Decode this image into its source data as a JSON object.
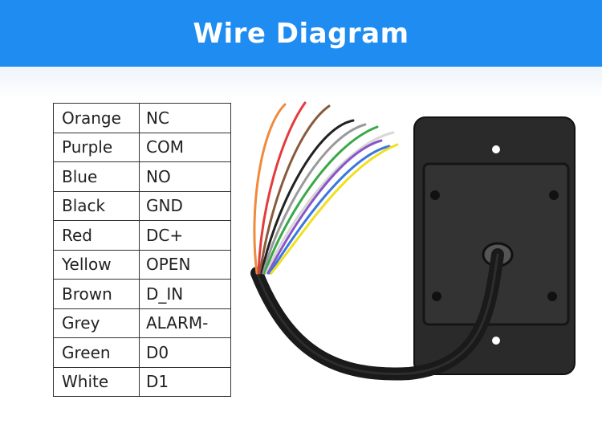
{
  "header": {
    "title": "Wire Diagram"
  },
  "wires": [
    {
      "color": "Orange",
      "function": "NC",
      "hex": "#f08a3c"
    },
    {
      "color": "Purple",
      "function": "COM",
      "hex": "#8a55c8"
    },
    {
      "color": "Blue",
      "function": "NO",
      "hex": "#3a78e0"
    },
    {
      "color": "Black",
      "function": "GND",
      "hex": "#222222"
    },
    {
      "color": "Red",
      "function": "DC+",
      "hex": "#e53b3b"
    },
    {
      "color": "Yellow",
      "function": "OPEN",
      "hex": "#f0e020"
    },
    {
      "color": "Brown",
      "function": "D_IN",
      "hex": "#8a5a3c"
    },
    {
      "color": "Grey",
      "function": "ALARM-",
      "hex": "#9a9a9a"
    },
    {
      "color": "Green",
      "function": "D0",
      "hex": "#3aa84a"
    },
    {
      "color": "White",
      "function": "D1",
      "hex": "#e8e8e8"
    }
  ],
  "colors": {
    "banner": "#1e8cf0",
    "device_body": "#2a2a2a",
    "cable": "#1a1a1a"
  }
}
